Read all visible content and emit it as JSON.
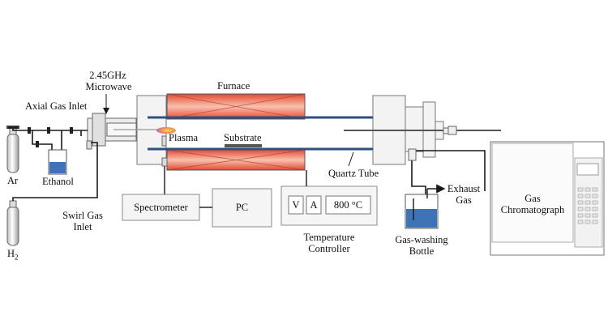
{
  "labels": {
    "microwave_freq": "2.45GHz",
    "microwave": "Microwave",
    "axial_gas_inlet": "Axial Gas Inlet",
    "furnace": "Furnace",
    "plasma": "Plasma",
    "substrate": "Substrate",
    "quartz_tube": "Quartz Tube",
    "ar": "Ar",
    "h2": "H",
    "h2_sub": "2",
    "ethanol": "Ethanol",
    "swirl_gas": "Swirl Gas",
    "inlet": "Inlet",
    "spectrometer": "Spectrometer",
    "pc": "PC",
    "tc_v": "V",
    "tc_a": "A",
    "tc_temp": "800 °C",
    "temperature": "Temperature",
    "controller": "Controller",
    "exhaust": "Exhaust",
    "gas": "Gas",
    "gas_washing": "Gas-washing",
    "bottle": "Bottle",
    "gc_gas": "Gas",
    "gc_chromatograph": "Chromatograph"
  },
  "colors": {
    "furnace_outer": "#e2533b",
    "furnace_inner": "#f6b7a3",
    "tube_line": "#2e4f86",
    "liquid": "#3f73b8",
    "plasma": "#f4a34e",
    "line": "#1a1a1a",
    "panel_gray": "#f2f2f2",
    "border_gray": "#8a8a8a"
  }
}
